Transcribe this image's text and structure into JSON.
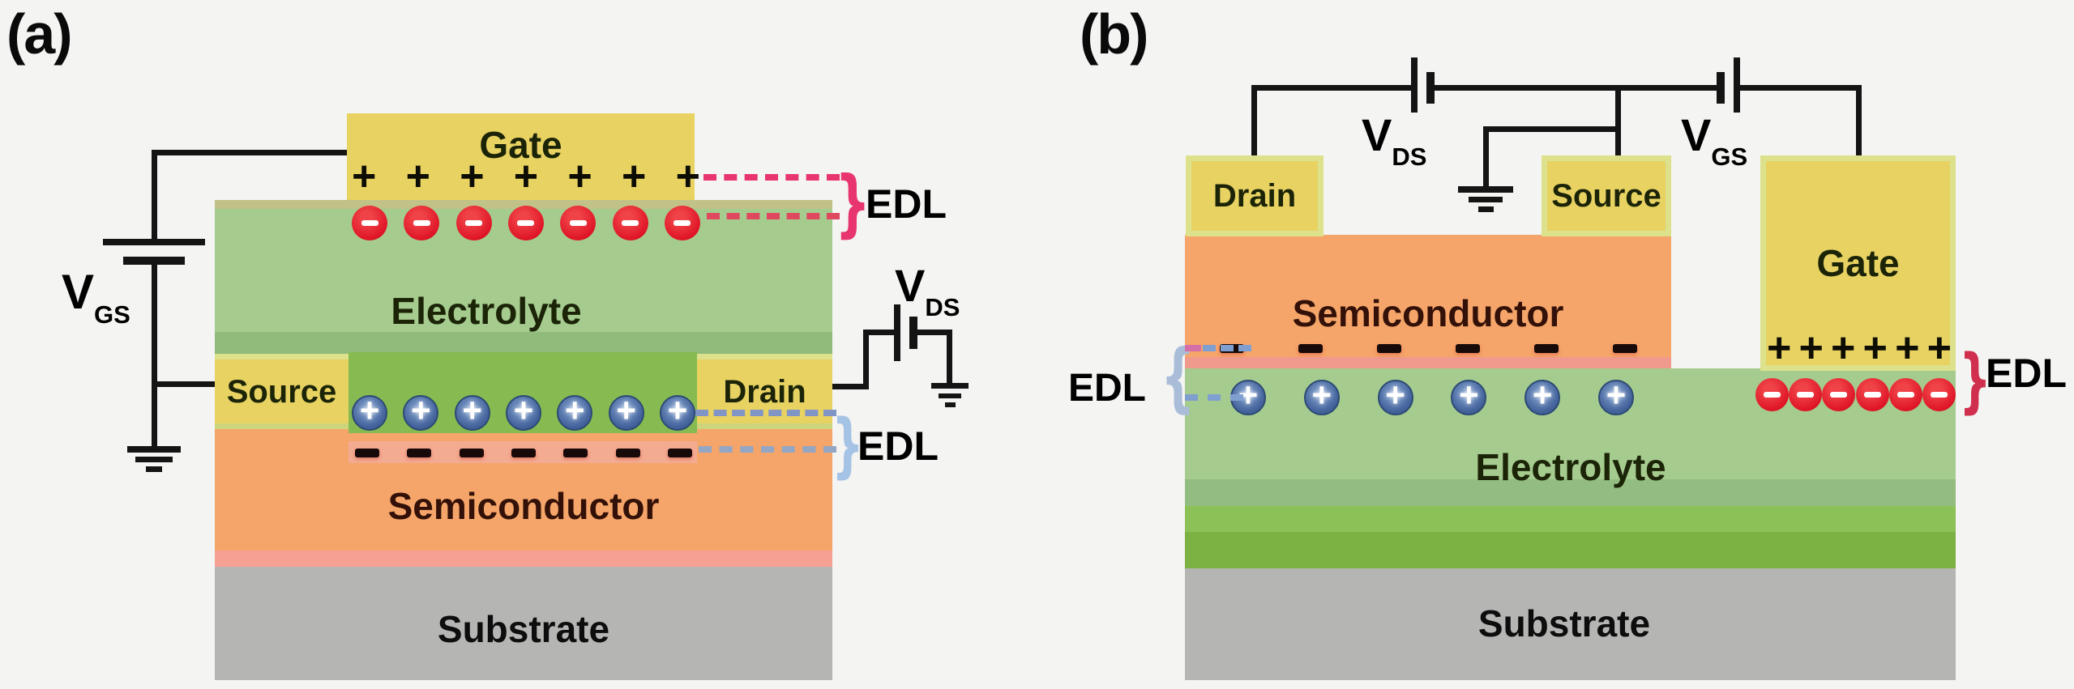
{
  "figure": {
    "panel_a": {
      "label": "(a)",
      "gate": "Gate",
      "electrolyte": "Electrolyte",
      "source": "Source",
      "drain": "Drain",
      "semiconductor": "Semiconductor",
      "substrate": "Substrate",
      "edl_top": "EDL",
      "edl_bottom": "EDL",
      "brace_top": "}",
      "brace_bottom": "}",
      "vgs": {
        "base": "V",
        "sub": "GS"
      },
      "vds": {
        "base": "V",
        "sub": "DS"
      }
    },
    "panel_b": {
      "label": "(b)",
      "gate": "Gate",
      "electrolyte": "Electrolyte",
      "source": "Source",
      "drain": "Drain",
      "semiconductor": "Semiconductor",
      "substrate": "Substrate",
      "edl_left": "EDL",
      "edl_right": "EDL",
      "brace_left": "{",
      "brace_right": "}",
      "vds": {
        "base": "V",
        "sub": "DS"
      },
      "vgs": {
        "base": "V",
        "sub": "GS"
      }
    }
  },
  "charge_rows": {
    "a_gate_plus": {
      "count": 7,
      "symbol": "+",
      "variant": "plus"
    },
    "a_anions": {
      "count": 7,
      "symbol": "−",
      "variant": "red-ion"
    },
    "a_cations": {
      "count": 7,
      "symbol": "+",
      "variant": "blue-ion"
    },
    "a_semi_minus": {
      "count": 7,
      "symbol": "−",
      "variant": "minus-bar"
    },
    "b_semi_minus": {
      "count": 6,
      "symbol": "−",
      "variant": "minus-bar"
    },
    "b_cations": {
      "count": 6,
      "symbol": "+",
      "variant": "blue-ion"
    },
    "b_gate_plus": {
      "count": 6,
      "symbol": "+",
      "variant": "plus"
    },
    "b_anions": {
      "count": 6,
      "symbol": "−",
      "variant": "red-ion"
    }
  },
  "colors": {
    "electrode_yellow": "#e7d262",
    "electrode_rim": "#dde18c",
    "electrolyte_light_green": "#a5cb8e",
    "electrolyte_band_green": "#91bb7b",
    "channel_green": "#87bb51",
    "electrolyte_bright_green": "#8cc157",
    "electrolyte_dark_green": "#7cb143",
    "semiconductor_orange": "#f5a569",
    "semiconductor_pink": "#f3a292",
    "substrate_gray": "#b5b5b4",
    "anion_red": "#df1527",
    "cation_blue": "#45649d",
    "edl_pink": "#e8356f",
    "edl_light_blue": "#a5c3e5",
    "edl_crimson": "#d02f4e",
    "wire_black": "#141414"
  }
}
